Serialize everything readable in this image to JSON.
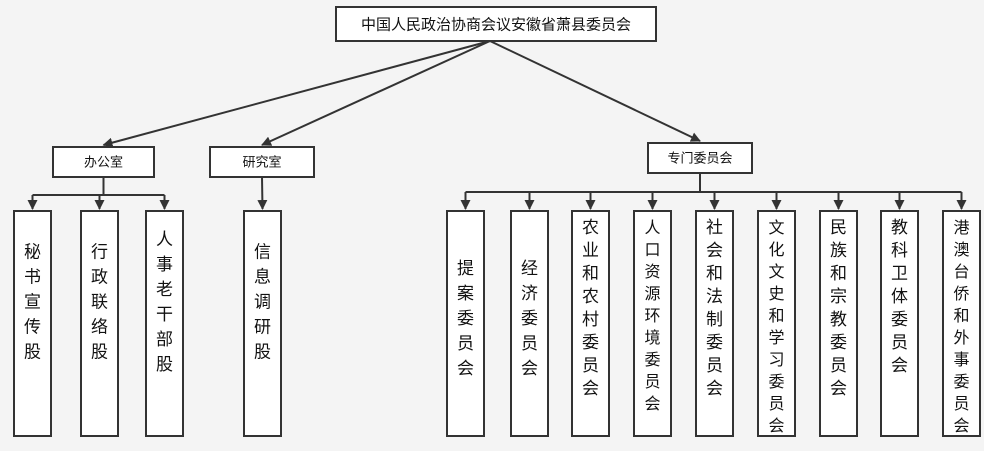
{
  "org_chart": {
    "root": "中国人民政治协商会议安徽省萧县委员会",
    "departments": [
      {
        "name": "办公室",
        "units": [
          "秘书宣传股",
          "行政联络股",
          "人事老干部股"
        ]
      },
      {
        "name": "研究室",
        "units": [
          "信息调研股"
        ]
      },
      {
        "name": "专门委员会",
        "units": [
          "提案委员会",
          "经济委员会",
          "农业和农村委员会",
          "人口资源环境委员会",
          "社会和法制委员会",
          "文化文史和学习委员会",
          "民族和宗教委员会",
          "教科卫体委员会",
          "港澳台侨和外事委员会"
        ]
      }
    ]
  }
}
